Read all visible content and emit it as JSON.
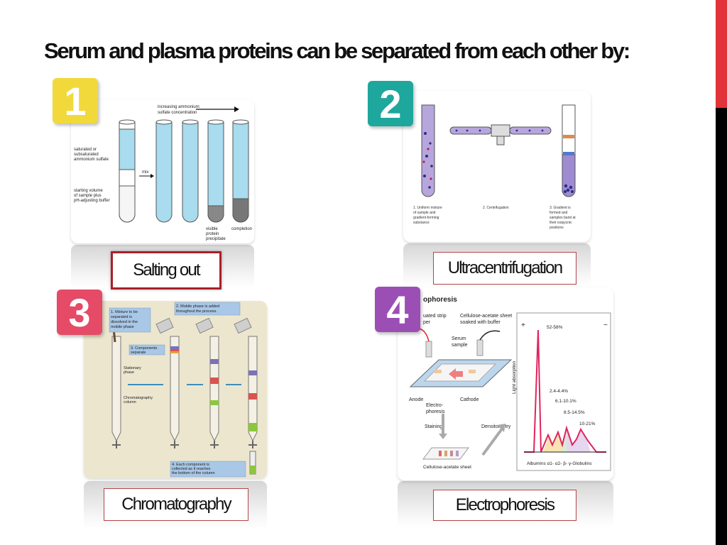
{
  "title": "Serum and plasma proteins can be separated from each other by:",
  "colors": {
    "accent_red": "#e2333a",
    "badge1": "#f2d93b",
    "badge2": "#1ea79c",
    "badge3": "#e54a67",
    "badge4": "#9b4fb5"
  },
  "methods": [
    {
      "number": "1",
      "label": "Salting out",
      "figure": {
        "top": "increasing ammonium\nsulfate concentration",
        "left1": "saturated or\nsubsaturated\nammonium sulfate",
        "mix": "mix",
        "left2": "starting volume\nof sample plus\npH-adjusting buffer",
        "precip": "visible\nprotein\nprecipitate",
        "completion": "completion"
      }
    },
    {
      "number": "2",
      "label": "Ultracentrifugation",
      "figure": {
        "step1": "1. Uniform mixture\nof sample and\ngradient-forming\nsubstance",
        "step2": "2. Centrifugation",
        "step3": "3. Gradient is\nformed and\nsamples band at\ntheir isopycnic\npositions"
      }
    },
    {
      "number": "3",
      "label": "Chromatography",
      "figure": {
        "step1": "1. Mixture to be\nseparated is\ndissolved in the\nmobile phase",
        "step2": "2. Mobile phase is added\nthroughout the process.",
        "step3": "3. Components\nseparate",
        "stationary": "Stationary\nphase",
        "column": "Chromatography\ncolumn",
        "step4": "4. Each component is\ncollected as it reaches\nthe bottom of the column"
      }
    },
    {
      "number": "4",
      "label": "Electrophoresis",
      "figure": {
        "header": "ophoresis",
        "strip": "uated strip\nper",
        "sheet": "Cellulose-acetate sheet\nsoaked with buffer",
        "serum": "Serum\nsample",
        "anode": "Anode",
        "cathode": "Cathode",
        "electro": "Electro-\nphoresis",
        "staining": "Staining",
        "densitometry": "Densitometry",
        "sheet_bottom": "Cellulose-acetate sheet",
        "axis_label": "Light absorption",
        "pct1": "52-58%",
        "pct2": "2.4-4.4%",
        "pct3": "6.1-10.1%",
        "pct4": "8.5-14.5%",
        "pct5": "10-21%",
        "xlabels": "Albumins   α1-  α2-  β-  γ-Globulins",
        "plus": "+",
        "minus": "−"
      }
    }
  ]
}
